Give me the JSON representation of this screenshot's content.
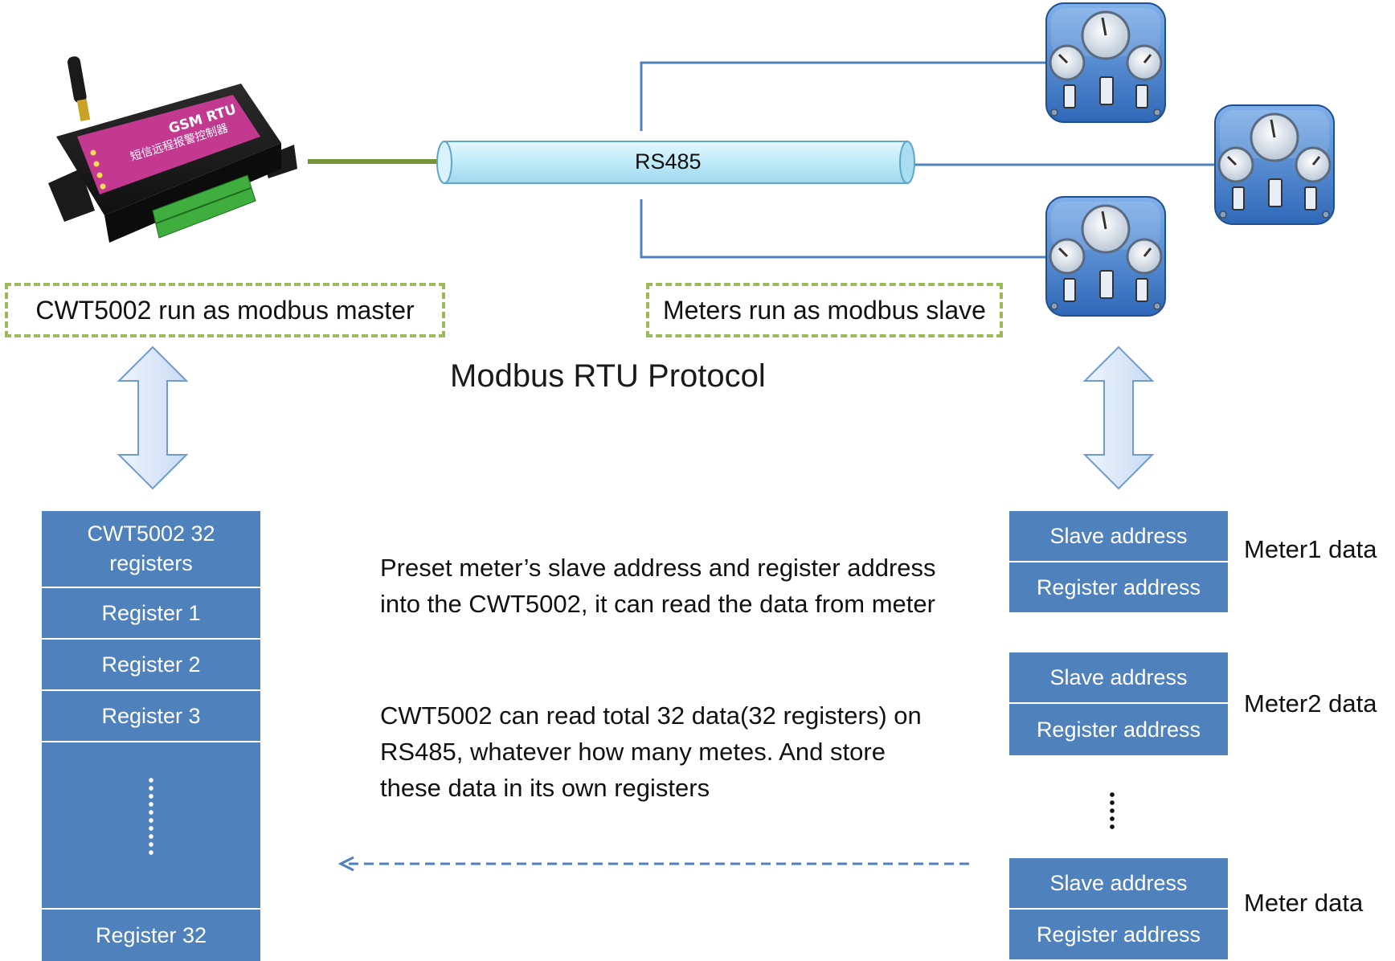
{
  "rs485_label": "RS485",
  "master_label": "CWT5002 run as modbus master",
  "slave_label": "Meters run as modbus slave",
  "protocol_title": "Modbus RTU Protocol",
  "device_panel": {
    "brand": "GSM RTU",
    "subtitle": "短信远程报警控制器"
  },
  "description": {
    "para1": "Preset meter’s slave address and register address into the CWT5002, it can read the data from meter",
    "para2": "CWT5002 can read total 32 data(32 registers) on RS485, whatever how many metes.  And store these data in its own registers"
  },
  "register_table": {
    "header": "CWT5002 32 registers",
    "rows": [
      "Register  1",
      "Register  2",
      "Register  3"
    ],
    "last": "Register  32"
  },
  "meter_groups": [
    {
      "label": "Meter1 data",
      "slave": "Slave address",
      "register": "Register address"
    },
    {
      "label": "Meter2 data",
      "slave": "Slave address",
      "register": "Register address"
    },
    {
      "label": "Meter data",
      "slave": "Slave address",
      "register": "Register address"
    }
  ],
  "colors": {
    "cell_blue": "#4f81bd",
    "dashed_green": "#9bbb59",
    "line_blue": "#4f81bd",
    "line_green": "#77933c",
    "arrow_fill": "#dbe8f8",
    "arrow_stroke": "#6f9bd3"
  },
  "icons": {
    "device": "gsm-rtu-device-icon",
    "meter": "meter-gauge-panel-icon"
  }
}
